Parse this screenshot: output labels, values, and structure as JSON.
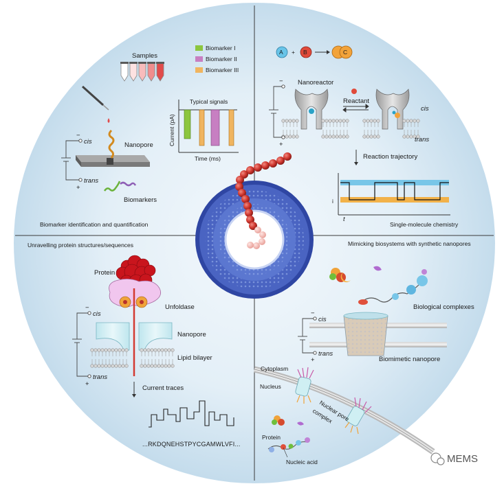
{
  "quadrants": {
    "top_left": {
      "title": "Biomarker identification and quantification",
      "samples": "Samples",
      "legend": [
        "Biomarker I",
        "Biomarker II",
        "Biomarker III"
      ],
      "typical_signals": "Typical signals",
      "y_axis": "Current (pA)",
      "x_axis": "Time (ms)",
      "nanopore": "Nanopore",
      "cis": "cis",
      "trans": "trans",
      "minus": "−",
      "plus": "+",
      "biomarkers": "Biomarkers"
    },
    "top_right": {
      "title": "Single-molecule chemistry",
      "a": "A",
      "b": "B",
      "c": "C",
      "plus_sign": "+",
      "nanoreactor": "Nanoreactor",
      "reactant": "Reactant",
      "cis": "cis",
      "trans": "trans",
      "minus": "−",
      "plus": "+",
      "reaction_trajectory": "Reaction trajectory",
      "i_axis": "i",
      "t_axis": "t"
    },
    "bottom_left": {
      "title": "Unravelling protein structures/sequences",
      "protein": "Protein",
      "unfoldase": "Unfoldase",
      "nanopore": "Nanopore",
      "lipid_bilayer": "Lipid bilayer",
      "cis": "cis",
      "trans": "trans",
      "minus": "−",
      "plus": "+",
      "current_traces": "Current traces",
      "sequence": "...RKDQNEHSTPYCGAMWLVFI..."
    },
    "bottom_right": {
      "title": "Mimicking biosystems with synthetic nanopores",
      "biological_complexes": "Biological complexes",
      "biomimetic_nanopore": "Biomimetic nanopore",
      "cis": "cis",
      "trans": "trans",
      "minus": "−",
      "plus": "+",
      "cytoplasm": "Cytoplasm",
      "nucleus": "Nucleus",
      "nuclear_pore_complex_1": "Nuclear pore",
      "nuclear_pore_complex_2": "complex",
      "protein": "Protein",
      "nucleic_acid": "Nucleic acid"
    }
  },
  "watermark": "MEMS",
  "colors": {
    "background_circle": "#cfe3ef",
    "biomarker_i": "#8cc63f",
    "biomarker_ii": "#c77fc2",
    "biomarker_iii": "#f0b560",
    "central_ring": "#3f56b5",
    "bead": "#d33a32",
    "bilayer_head": "#cfcfcf",
    "trace_blue": "#78c6e8",
    "trace_orange": "#f2b24a"
  }
}
